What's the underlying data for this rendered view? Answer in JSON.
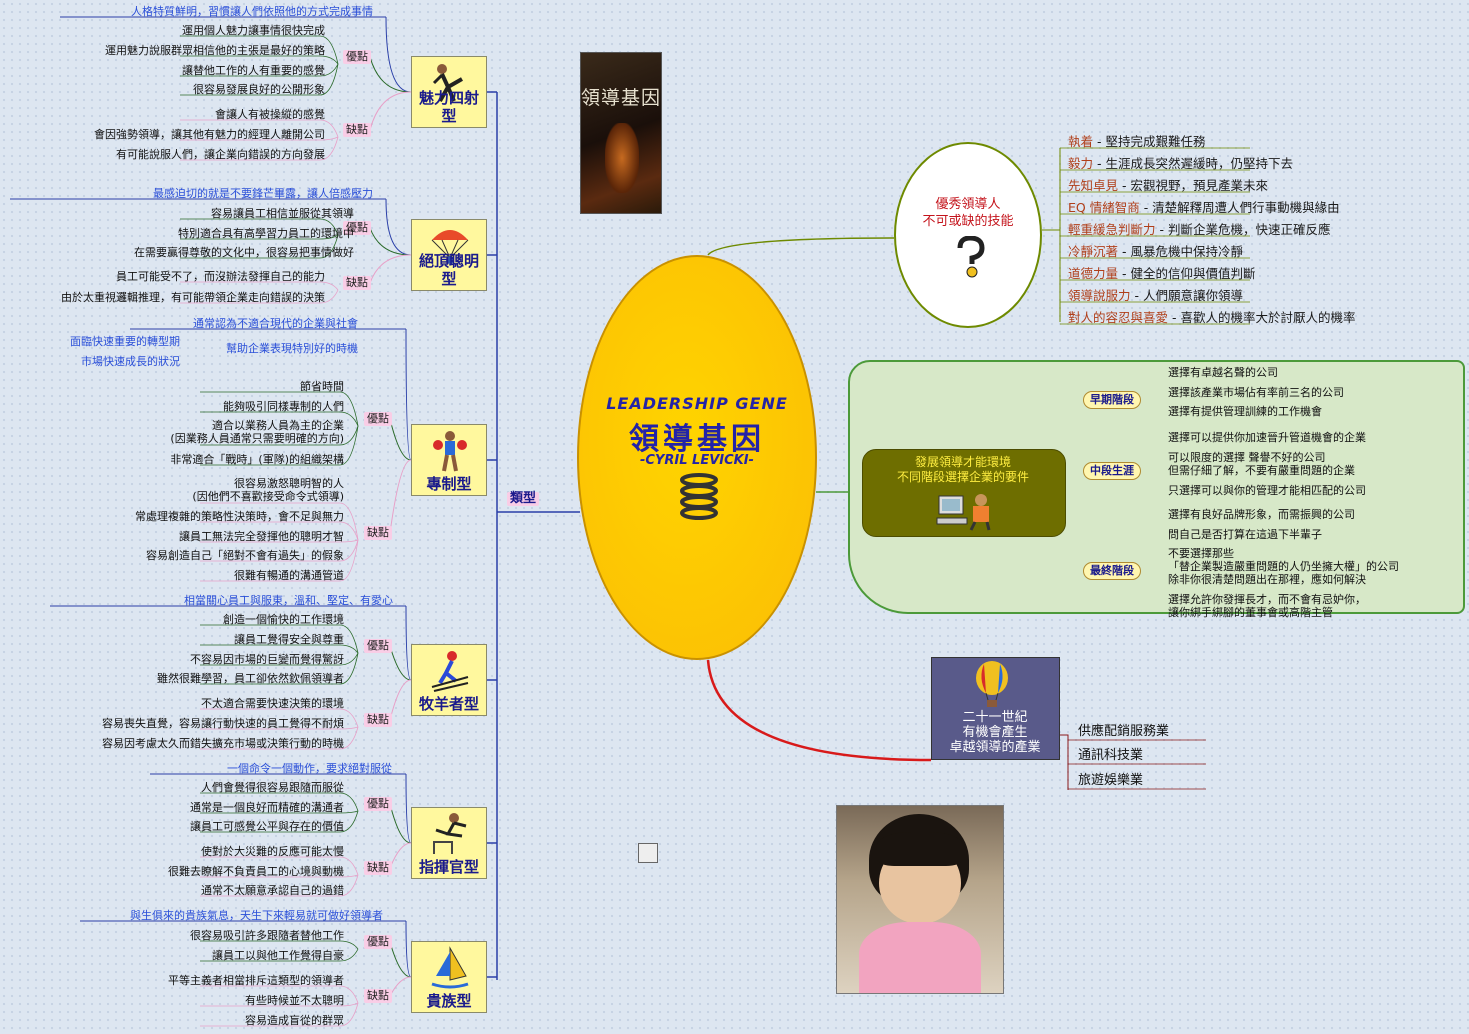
{
  "center": {
    "title_en": "LEADERSHIP GENE",
    "title_zh": "領導基因",
    "author": "-CYRIL LEVICKI-"
  },
  "types_label": "類型",
  "book_cover": {
    "title": "領導基因"
  },
  "types": [
    {
      "name": "魅力四射型",
      "summary": "人格特質鮮明，習慣讓人們依照他的方式完成事情",
      "pros_label": "優點",
      "pros": [
        "運用個人魅力讓事情很快完成",
        "運用魅力說服群眾相信他的主張是最好的策略",
        "讓替他工作的人有重要的感覺",
        "很容易發展良好的公開形象"
      ],
      "cons_label": "缺點",
      "cons": [
        "會讓人有被操縱的感覺",
        "會因強勢領導，讓其他有魅力的經理人離開公司",
        "有可能說服人們，讓企業向錯誤的方向發展"
      ]
    },
    {
      "name": "絕頂聰明型",
      "summary": "最感迫切的就是不要鋒芒畢露，讓人倍感壓力",
      "pros_label": "優點",
      "pros": [
        "容易讓員工相信並服從其領導",
        "特別適合具有高學習力員工的環境中",
        "在需要贏得尊敬的文化中，很容易把事情做好"
      ],
      "cons_label": "缺點",
      "cons": [
        "員工可能受不了，而沒辦法發揮自己的能力",
        "由於太重視邏輯推理，有可能帶領企業走向錯誤的決策"
      ]
    },
    {
      "name": "專制型",
      "summary": "通常認為不適合現代的企業與社會",
      "sub": "幫助企業表現特別好的時機",
      "sub_items": [
        "面臨快速重要的轉型期",
        "市場快速成長的狀況"
      ],
      "pros_label": "優點",
      "pros": [
        "節省時間",
        "能夠吸引同樣專制的人們",
        "適合以業務人員為主的企業\n(因業務人員通常只需要明確的方向)",
        "非常適合「戰時」(軍隊)的組織架構"
      ],
      "cons_label": "缺點",
      "cons": [
        "很容易激怒聰明智的人\n(因他們不喜歡接受命令式領導)",
        "常處理複雜的策略性決策時，會不足與無力",
        "讓員工無法完全發揮他的聰明才智",
        "容易創造自己「絕對不會有過失」的假象",
        "很難有暢通的溝通管道"
      ]
    },
    {
      "name": "牧羊者型",
      "summary": "相當關心員工與服東，溫和、堅定、有愛心",
      "pros_label": "優點",
      "pros": [
        "創造一個愉快的工作環境",
        "讓員工覺得安全與尊重",
        "不容易因市場的巨變而覺得驚訝",
        "雖然很難學習，員工卻依然欽佩領導者"
      ],
      "cons_label": "缺點",
      "cons": [
        "不太適合需要快速決策的環境",
        "容易喪失直覺，容易讓行動快速的員工覺得不耐煩",
        "容易因考慮太久而錯失擴充市場或決策行動的時機"
      ]
    },
    {
      "name": "指揮官型",
      "summary": "一個命令一個動作，要求絕對服從",
      "pros_label": "優點",
      "pros": [
        "人們會覺得很容易跟隨而服從",
        "通常是一個良好而精確的溝通者",
        "讓員工可感覺公平與存在的價值"
      ],
      "cons_label": "缺點",
      "cons": [
        "使對於大災難的反應可能太慢",
        "很難去瞭解不負責員工的心境與動機",
        "通常不太願意承認自己的過錯"
      ]
    },
    {
      "name": "貴族型",
      "summary": "與生俱來的貴族氣息，天生下來輕易就可做好領導者",
      "pros_label": "優點",
      "pros": [
        "很容易吸引許多跟隨者替他工作",
        "讓員工以與他工作覺得自豪"
      ],
      "cons_label": "缺點",
      "cons": [
        "平等主義者相當排斥這類型的領導者",
        "有些時候並不太聰明",
        "容易造成盲從的群眾"
      ]
    }
  ],
  "skills": {
    "title": "優秀領導人\n不可或缺的技能",
    "items": [
      {
        "name": "執着",
        "desc": " - 堅持完成艱難任務"
      },
      {
        "name": "毅力",
        "desc": " - 生涯成長突然遲緩時，仍堅持下去"
      },
      {
        "name": "先知卓見",
        "desc": " - 宏觀視野，預見產業未來"
      },
      {
        "name": "EQ 情緒智商",
        "desc": " - 清楚解釋周遭人們行事動機與緣由"
      },
      {
        "name": "輕重緩急判斷力",
        "desc": " - 判斷企業危機，快速正確反應"
      },
      {
        "name": "冷靜沉著",
        "desc": " - 風暴危機中保持冷靜"
      },
      {
        "name": "道德力量",
        "desc": " - 健全的信仰與價值判斷"
      },
      {
        "name": "領導說服力",
        "desc": " - 人們願意讓你領導"
      },
      {
        "name": "對人的容忍與喜愛",
        "desc": " - 喜歡人的機率大於討厭人的機率"
      }
    ]
  },
  "environment": {
    "title": "發展領導才能環境\n不同階段選擇企業的要件",
    "stages": [
      {
        "name": "早期階段",
        "items": [
          "選擇有卓越名聲的公司",
          "選擇該產業市場佔有率前三名的公司",
          "選擇有提供管理訓練的工作機會"
        ]
      },
      {
        "name": "中段生涯",
        "items": [
          "選擇可以提供你加速晉升管道機會的企業",
          "可以限度的選擇 聲譽不好的公司\n但需仔細了解，不要有嚴重問題的企業",
          "只選擇可以與你的管理才能相匹配的公司"
        ]
      },
      {
        "name": "最終階段",
        "items": [
          "選擇有良好品牌形象，而需振興的公司",
          "問自己是否打算在這過下半輩子",
          "不要選擇那些\n「替企業製造嚴重問題的人仍坐擁大權」的公司\n除非你很清楚問題出在那裡，應如何解決",
          "選擇允許你發揮長才，而不會有忌妒你，\n讓你綁手綁腳的董事會或高階主管"
        ]
      }
    ]
  },
  "industries": {
    "title": "二十一世紀\n有機會產生\n卓越領導的產業",
    "items": [
      "供應配銷服務業",
      "通訊科技業",
      "旅遊娛樂業"
    ]
  },
  "colors": {
    "ellipse": "#fbbc05",
    "center_text": "#2323a8",
    "branch_blue": "#2a3fa8",
    "pink": "#f9cde6",
    "env_green": "#d7e8c8",
    "env_olive": "#6e6e00"
  }
}
